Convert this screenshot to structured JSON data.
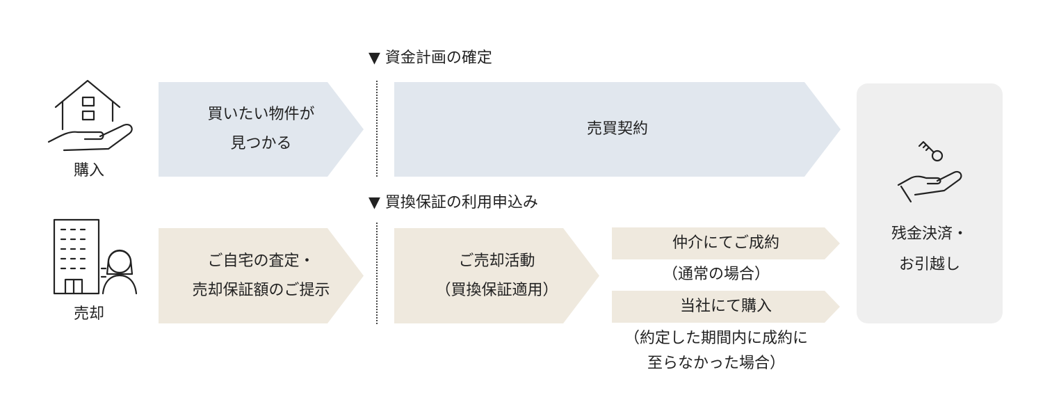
{
  "rows": {
    "purchase": {
      "label": "購入",
      "icon": "house-on-hand-icon"
    },
    "sale": {
      "label": "売却",
      "icon": "building-with-person-icon"
    }
  },
  "milestones": {
    "funding": "▼ 資金計画の確定",
    "guarantee_application": "▼ 買換保証の利用申込み"
  },
  "purchase_flow": {
    "find_property": "買いたい物件が\n見つかる",
    "sales_contract": "売買契約"
  },
  "sale_flow": {
    "assessment": "ご自宅の査定・\n売却保証額のご提示",
    "selling": "ご売却活動\n（買換保証適用）",
    "outcome_broker": "仲介にてご成約",
    "outcome_broker_note": "（通常の場合）",
    "outcome_buyback": "当社にて購入",
    "outcome_buyback_note": "（約定した期間内に成約に\n至らなかった場合）"
  },
  "final_step": {
    "label": "残金決済・\nお引越し",
    "icon": "key-on-hand-icon"
  },
  "colors": {
    "purchase_fill": "#e1e7ee",
    "sale_fill": "#efe9de",
    "final_fill": "#efefef",
    "text": "#222222"
  }
}
